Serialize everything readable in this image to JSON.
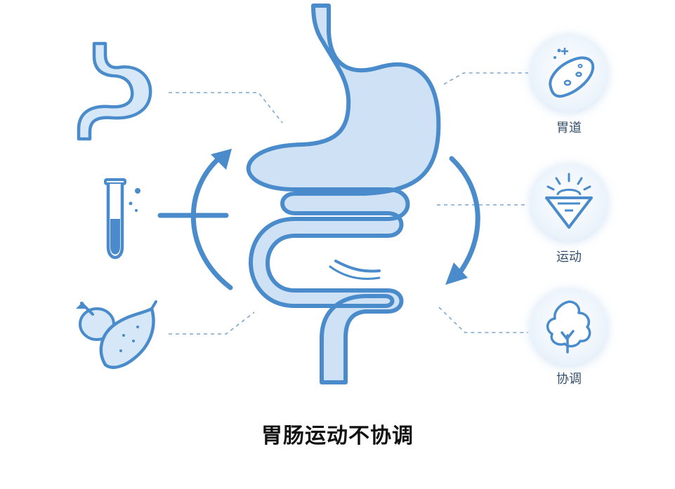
{
  "title": "胃肠运动不协调",
  "badges": [
    {
      "label": "胃道",
      "icon": "bacteria-icon"
    },
    {
      "label": "运动",
      "icon": "funnel-sun-icon"
    },
    {
      "label": "协调",
      "icon": "tree-icon"
    }
  ],
  "left_icons": [
    "stomach-icon",
    "test-tube-icon",
    "sweet-potato-icon"
  ],
  "colors": {
    "stroke": "#4a8ccb",
    "fill": "#cfe2f5",
    "dash": "#7ea7cf",
    "arrow": "#4a8ccb"
  }
}
